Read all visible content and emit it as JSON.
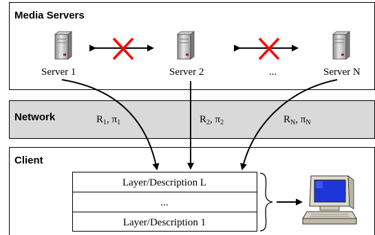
{
  "sections": {
    "media_servers": "Media Servers",
    "network": "Network",
    "client": "Client"
  },
  "servers": [
    {
      "label": "Server 1"
    },
    {
      "label": "Server 2"
    },
    {
      "label": "..."
    },
    {
      "label": "Server N"
    }
  ],
  "links": [
    {
      "rate": "R",
      "rate_sub": "1",
      "sep": ", ",
      "pi": "π",
      "pi_sub": "1"
    },
    {
      "rate": "R",
      "rate_sub": "2",
      "sep": ", ",
      "pi": "π",
      "pi_sub": "2"
    },
    {
      "rate": "R",
      "rate_sub": "N",
      "sep": ", ",
      "pi": "π",
      "pi_sub": "N"
    }
  ],
  "layers": [
    "Layer/Description L",
    "...",
    "Layer/Description 1"
  ],
  "icons": [
    "server-icon",
    "cross-icon",
    "double-arrow-icon",
    "computer-icon"
  ],
  "colors": {
    "network_band": "#d9d9d9",
    "cross": "#ff0000"
  }
}
